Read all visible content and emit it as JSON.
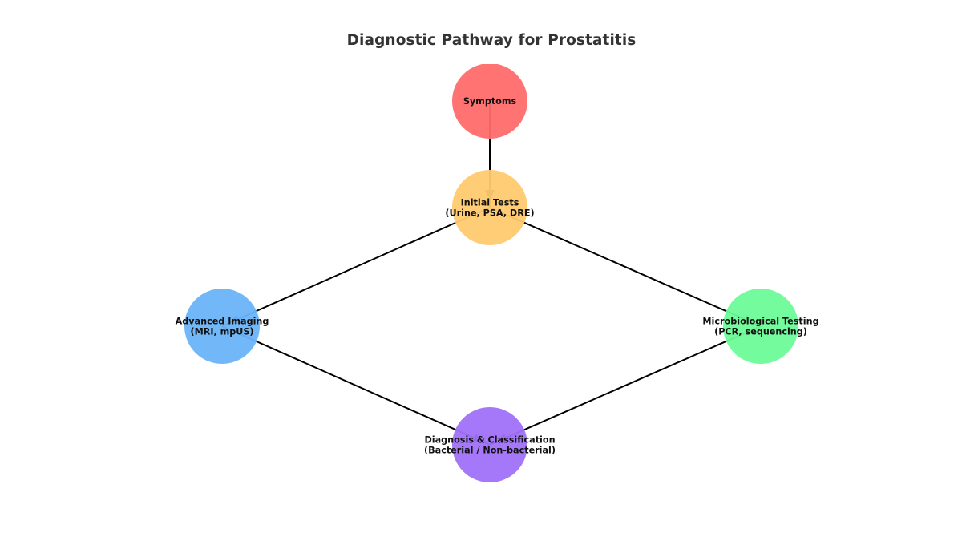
{
  "title": "Diagnostic Pathway for Prostatitis",
  "diagram": {
    "type": "flowchart",
    "nodes": [
      {
        "id": "symptoms",
        "lines": [
          "Symptoms"
        ],
        "color": "#FF6B6B"
      },
      {
        "id": "initial_tests",
        "lines": [
          "Initial Tests",
          "(Urine, PSA, DRE)"
        ],
        "color": "#FECA6E"
      },
      {
        "id": "advanced_imaging",
        "lines": [
          "Advanced Imaging",
          "(MRI, mpUS)"
        ],
        "color": "#6AB4F8"
      },
      {
        "id": "microbiological_testing",
        "lines": [
          "Microbiological Testing",
          "(PCR, sequencing)"
        ],
        "color": "#6BFB98"
      },
      {
        "id": "diagnosis_classification",
        "lines": [
          "Diagnosis & Classification",
          "(Bacterial / Non-bacterial)"
        ],
        "color": "#9F71F8"
      }
    ],
    "edges": [
      {
        "from": "symptoms",
        "to": "initial_tests"
      },
      {
        "from": "initial_tests",
        "to": "advanced_imaging"
      },
      {
        "from": "initial_tests",
        "to": "microbiological_testing"
      },
      {
        "from": "advanced_imaging",
        "to": "diagnosis_classification"
      },
      {
        "from": "microbiological_testing",
        "to": "diagnosis_classification"
      }
    ],
    "edge_color": "#000000"
  }
}
